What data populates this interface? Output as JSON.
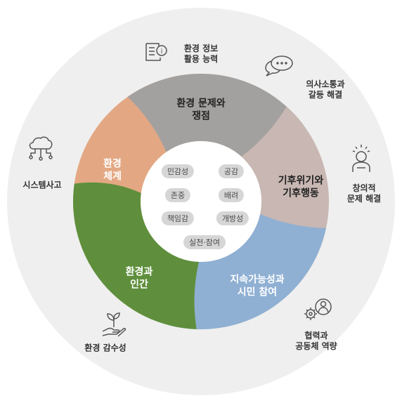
{
  "segments": [
    {
      "id": "env-issues",
      "label": "환경 문제와\n쟁점",
      "color": "#a3a19f",
      "text": "dark"
    },
    {
      "id": "climate",
      "label": "기후위기와\n기후행동",
      "color": "#c8b7b2",
      "text": "dark"
    },
    {
      "id": "sustain",
      "label": "지속가능성과\n시민 참여",
      "color": "#8fb0d3",
      "text": "light"
    },
    {
      "id": "human",
      "label": "환경과\n인간",
      "color": "#5f8f3c",
      "text": "light"
    },
    {
      "id": "system",
      "label": "환경\n체계",
      "color": "#e3a883",
      "text": "light"
    }
  ],
  "values": [
    "민감성",
    "공감",
    "존중",
    "배려",
    "책임감",
    "개방성",
    "실천·참여"
  ],
  "competencies": [
    {
      "id": "info",
      "label": "환경 정보\n활용 능력",
      "icon": "document-info-icon"
    },
    {
      "id": "comm",
      "label": "의사소통과\n갈등 해결",
      "icon": "speech-bubble-icon"
    },
    {
      "id": "creative",
      "label": "창의적\n문제 해결",
      "icon": "lightbulb-person-icon"
    },
    {
      "id": "collab",
      "label": "협력과\n공동체 역량",
      "icon": "gears-person-icon"
    },
    {
      "id": "sense",
      "label": "환경 감수성",
      "icon": "plant-hand-icon"
    },
    {
      "id": "systems",
      "label": "시스템사고",
      "icon": "cloud-network-icon"
    }
  ],
  "colors": {
    "outer_circle": "#efefef",
    "center": "#ffffff",
    "pill": "#d6d6d6"
  }
}
